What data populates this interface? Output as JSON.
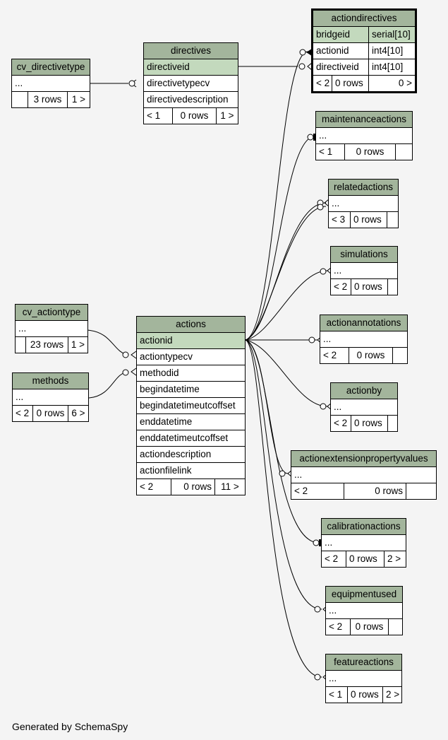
{
  "footer": "Generated by SchemaSpy",
  "tables": {
    "cv_directivetype": {
      "name": "cv_directivetype",
      "body": "...",
      "footer": [
        "",
        "3 rows",
        "1 >"
      ]
    },
    "directives": {
      "name": "directives",
      "columns": [
        "directiveid",
        "directivetypecv",
        "directivedescription"
      ],
      "footer": [
        "< 1",
        "0 rows",
        "1 >"
      ]
    },
    "actiondirectives": {
      "name": "actiondirectives",
      "columns": [
        [
          "bridgeid",
          "serial[10]"
        ],
        [
          "actionid",
          "int4[10]"
        ],
        [
          "directiveid",
          "int4[10]"
        ]
      ],
      "footer": [
        "< 2",
        "0 rows",
        "0 >"
      ]
    },
    "maintenanceactions": {
      "name": "maintenanceactions",
      "body": "...",
      "footer": [
        "< 1",
        "0 rows",
        ""
      ]
    },
    "relatedactions": {
      "name": "relatedactions",
      "body": "...",
      "footer": [
        "< 3",
        "0 rows",
        ""
      ]
    },
    "simulations": {
      "name": "simulations",
      "body": "...",
      "footer": [
        "< 2",
        "0 rows",
        ""
      ]
    },
    "actionannotations": {
      "name": "actionannotations",
      "body": "...",
      "footer": [
        "< 2",
        "0 rows",
        ""
      ]
    },
    "actionby": {
      "name": "actionby",
      "body": "...",
      "footer": [
        "< 2",
        "0 rows",
        ""
      ]
    },
    "actionextensionpropertyvalues": {
      "name": "actionextensionpropertyvalues",
      "body": "...",
      "footer": [
        "< 2",
        "0 rows",
        ""
      ]
    },
    "calibrationactions": {
      "name": "calibrationactions",
      "body": "...",
      "footer": [
        "< 2",
        "0 rows",
        "2 >"
      ]
    },
    "equipmentused": {
      "name": "equipmentused",
      "body": "...",
      "footer": [
        "< 2",
        "0 rows",
        ""
      ]
    },
    "featureactions": {
      "name": "featureactions",
      "body": "...",
      "footer": [
        "< 1",
        "0 rows",
        "2 >"
      ]
    },
    "cv_actiontype": {
      "name": "cv_actiontype",
      "body": "...",
      "footer": [
        "",
        "23 rows",
        "1 >"
      ]
    },
    "methods": {
      "name": "methods",
      "body": "...",
      "footer": [
        "< 2",
        "0 rows",
        "6 >"
      ]
    },
    "actions": {
      "name": "actions",
      "columns": [
        "actionid",
        "actiontypecv",
        "methodid",
        "begindatetime",
        "begindatetimeutcoffset",
        "enddatetime",
        "enddatetimeutcoffset",
        "actiondescription",
        "actionfilelink"
      ],
      "footer": [
        "< 2",
        "0 rows",
        "11 >"
      ]
    }
  }
}
